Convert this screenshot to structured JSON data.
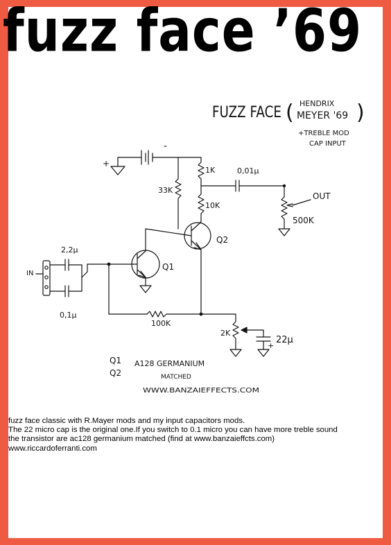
{
  "title": "fuzz face ’69",
  "schematic": {
    "heading": "FUZZ FACE",
    "credit_line1": "HENDRIX",
    "credit_line2": "MEYER '69",
    "mod_line1": "+TREBLE MOD",
    "mod_line2": "CAP INPUT",
    "battery_minus": "-",
    "battery_plus": "+",
    "r_1k": "1K",
    "r_33k": "33K",
    "r_10k": "10K",
    "c_out": "0,01µ",
    "out_label": "OUT",
    "pot_500k": "500K",
    "c_in_big": "2,2µ",
    "c_in_small": "0,1µ",
    "in_label": "IN",
    "q1_label": "Q1",
    "q2_label": "Q2",
    "r_100k": "100K",
    "pot_2k": "2K",
    "c_22": "22µ",
    "cap_plus": "+",
    "parts_q1": "Q1",
    "parts_q2": "Q2",
    "parts_type": "A128 GERMANIUM",
    "parts_matched": "MATCHED",
    "website": "WWW.BANZAIEFFECTS.COM"
  },
  "caption": {
    "line1": "fuzz face classic with R.Mayer mods and my input capacitors mods.",
    "line2": "The 22 micro cap is the original one.If you switch to 0.1 micro you can have more treble sound",
    "line3": "the transistor are ac128 germanium matched (find at www.banzaieffcts.com)",
    "line4": "www.riccardoferranti.com"
  }
}
